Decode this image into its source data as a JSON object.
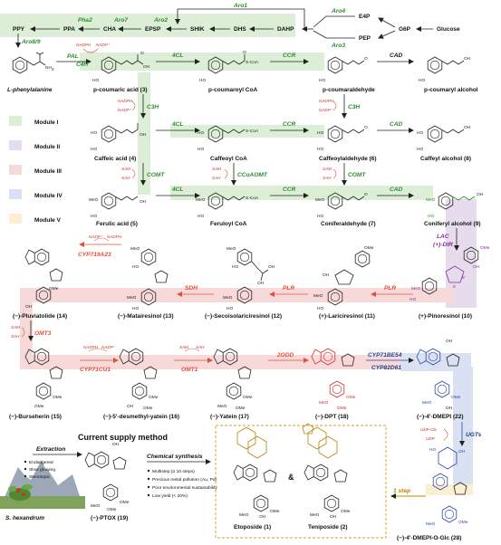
{
  "top": {
    "nodes": [
      "PPY",
      "PPA",
      "CHA",
      "EPSP",
      "SHIK",
      "DHS",
      "DAHP",
      "E4P",
      "PEP",
      "G6P",
      "Glucose"
    ],
    "enzymes": [
      "Pha2",
      "Aro7",
      "Aro2",
      "Aro1",
      "Aro4",
      "Aro3",
      "Aro8/9",
      "PAL"
    ]
  },
  "row1": {
    "start": "L-phenylalanine",
    "compounds": [
      "p-coumaric acid (3)",
      "p-coumaroyl CoA",
      "p-coumaraldehyde",
      "p-coumaryl alcohol"
    ],
    "enzymes": [
      "C4H",
      "4CL",
      "CCR",
      "CAD"
    ],
    "cofactors": [
      "NADPH",
      "NADP⁺"
    ]
  },
  "row2": {
    "compounds": [
      "Caffeic acid (4)",
      "Caffeoyl CoA",
      "Caffeoylaldehyde (6)",
      "Caffeyl alcohol (8)"
    ],
    "enzymes": [
      "C3H",
      "4CL",
      "CCR",
      "C3H",
      "CAD"
    ],
    "cofactors": [
      "NADPH",
      "NADP⁺"
    ]
  },
  "row3": {
    "compounds": [
      "Ferulic acid (5)",
      "Feruloyl CoA",
      "Coniferaldehyde (7)",
      "Coniferyl alcohol (9)"
    ],
    "enzymes": [
      "COMT",
      "4CL",
      "CCoAOMT",
      "CCR",
      "COMT",
      "CAD"
    ],
    "cofactors": [
      "SAM",
      "SAH"
    ]
  },
  "modules": [
    {
      "label": "Module I",
      "color": "#dcefd6"
    },
    {
      "label": "Module II",
      "color": "#e6dcee"
    },
    {
      "label": "Module III",
      "color": "#f8d9d9"
    },
    {
      "label": "Module IV",
      "color": "#d9e1f2"
    },
    {
      "label": "Module V",
      "color": "#fbefd2"
    }
  ],
  "row4": {
    "compounds": [
      "(−)-Pluviatolide (14)",
      "(−)-Matairesinol (13)",
      "(−)-Secoisolariciresinol (12)",
      "(+)-Lariciresinol (11)",
      "(+)-Pinoresinol (10)"
    ],
    "enzymes": [
      "CYP719A23",
      "SDH",
      "PLR",
      "PLR",
      "LAC",
      "(+)-DIR"
    ],
    "cofactors": [
      "NADP⁺",
      "NADPH"
    ],
    "labels": [
      "OMe",
      "OH",
      "OH",
      "8'",
      "8"
    ]
  },
  "row5": {
    "compounds": [
      "(−)-Burseherin (15)",
      "(−)-5'-desmethyl-yatein (16)",
      "(−)-Yatein (17)",
      "(−)-DPT (18)",
      "(−)-4'-DMEPI (22)"
    ],
    "enzymes": [
      "OMT3",
      "CYP71CU1",
      "OMT1",
      "2ODD",
      "CYP71BE54",
      "CYP82D61"
    ],
    "cofactors": [
      "SAM",
      "SAH",
      "NADPH",
      "NADP⁺"
    ],
    "labels": [
      "OMe",
      "OH",
      "O"
    ]
  },
  "bottom": {
    "section_title": "Current supply method",
    "extraction_label": "Extraction",
    "bullets1": [
      "Endangered",
      "Slow growing",
      "Stenotopic"
    ],
    "plant": "S. hexandrum",
    "ptox": "(−)-PTOX (19)",
    "synthesis_label": "Chemical synthesis",
    "bullets2": [
      "Multistep (≥ 10 steps)",
      "Precious metal pollution (Au, Pd)",
      "Poor environmental sustainability",
      "Low yield (< 20%)"
    ],
    "products": [
      "Etoposide (1)",
      "Teniposide (2)"
    ],
    "amp": "&",
    "one_step": "1 step",
    "udp": [
      "UDP-Glc",
      "UDP"
    ],
    "ugts": "UGTs",
    "glc": "(−)-4'-DMEPI-O-Glc (28)",
    "labels": [
      "OH",
      "OMe",
      "O"
    ]
  }
}
